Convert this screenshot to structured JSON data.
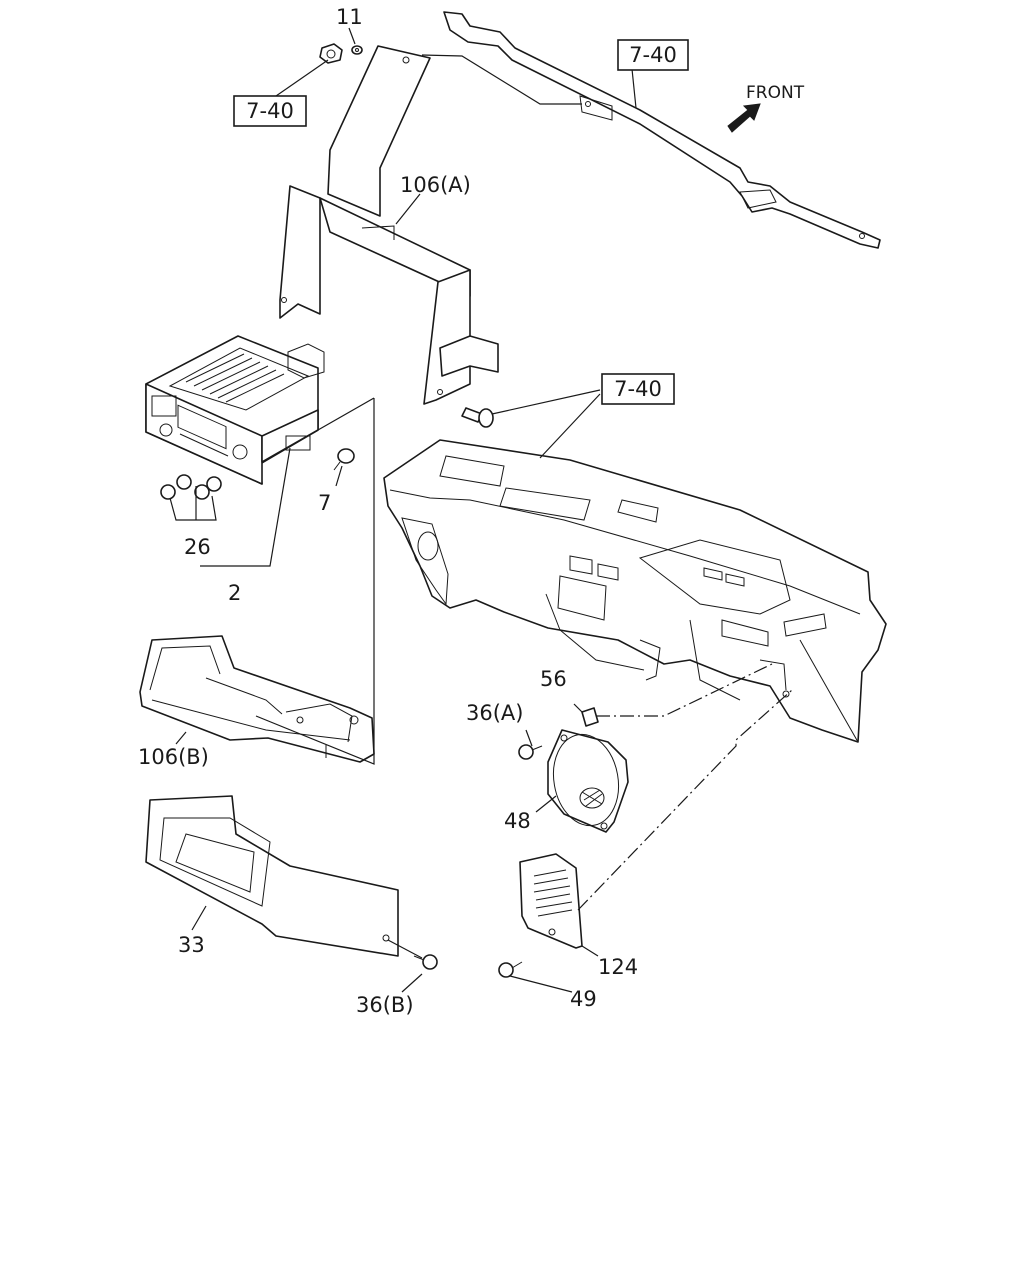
{
  "callouts": {
    "c11": "11",
    "ref_top_left": "7-40",
    "ref_top_right": "7-40",
    "front": "FRONT",
    "c106a": "106(A)",
    "ref_mid": "7-40",
    "c7": "7",
    "c26": "26",
    "c2": "2",
    "c106b": "106(B)",
    "c56": "56",
    "c36a": "36(A)",
    "c48": "48",
    "c33": "33",
    "c36b": "36(B)",
    "c124": "124",
    "c49": "49"
  }
}
